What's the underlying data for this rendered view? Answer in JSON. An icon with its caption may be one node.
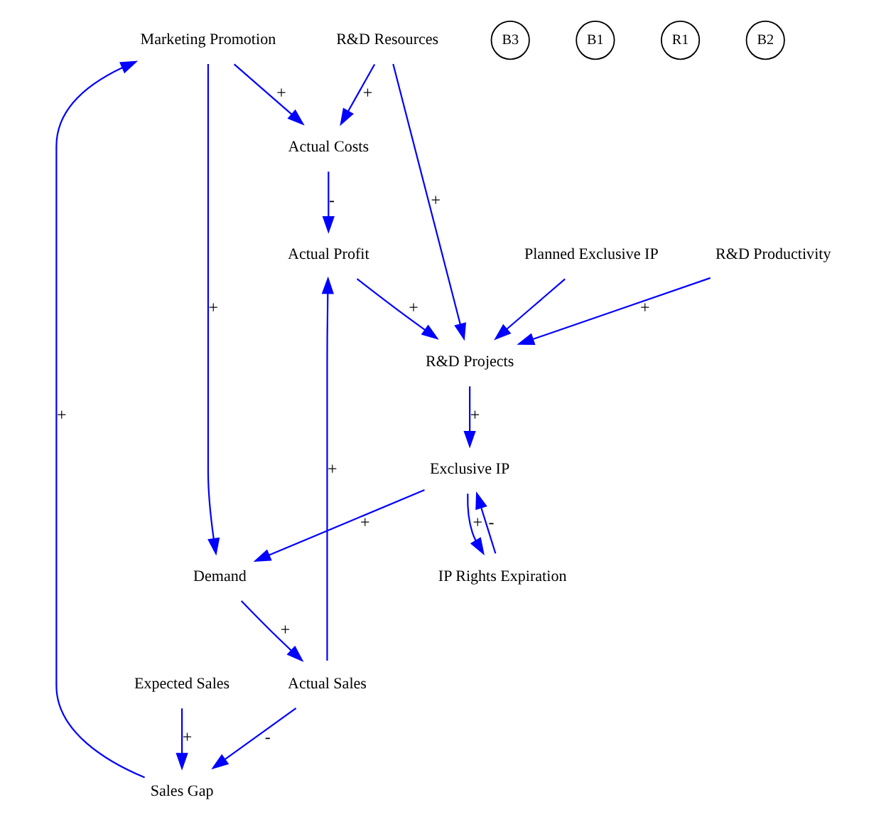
{
  "diagram": {
    "nodes": [
      {
        "text": [
          "Marketing Promotion"
        ]
      },
      {
        "text": [
          "Sales Gap"
        ]
      },
      {
        "text": [
          "Expected Sales"
        ]
      },
      {
        "text": [
          "Actual Costs"
        ]
      },
      {
        "text": [
          "Actual Sales"
        ]
      },
      {
        "text": [
          "Actual Profit"
        ]
      },
      {
        "text": [
          "Demand"
        ]
      },
      {
        "text": [
          "R&D Resources"
        ]
      },
      {
        "text": [
          "R&D Projects"
        ]
      },
      {
        "text": [
          "Planned Exclusive IP"
        ]
      },
      {
        "text": [
          "Exclusive IP"
        ]
      },
      {
        "text": [
          "R&D Productivity"
        ]
      },
      {
        "text": [
          "IP Rights Expiration"
        ]
      }
    ],
    "edges": [
      {
        "from": 0,
        "to": 3,
        "arrow": "to",
        "label": "+"
      },
      {
        "from": 1,
        "to": 0,
        "arrow": "to",
        "label": "+"
      },
      {
        "from": 2,
        "to": 1,
        "arrow": "to",
        "label": "+"
      },
      {
        "from": 4,
        "to": 1,
        "arrow": "to",
        "label": "-"
      },
      {
        "from": 3,
        "to": 5,
        "arrow": "to",
        "label": "-"
      },
      {
        "from": 4,
        "to": 5,
        "arrow": "to",
        "label": "+"
      },
      {
        "from": 7,
        "to": 3,
        "arrow": "to",
        "label": "+"
      },
      {
        "from": 0,
        "to": 6,
        "arrow": "to",
        "label": "+"
      },
      {
        "from": 6,
        "to": 4,
        "arrow": "to",
        "label": "+"
      },
      {
        "from": 5,
        "to": 8,
        "arrow": "to",
        "label": "+"
      },
      {
        "from": 7,
        "to": 8,
        "arrow": "to",
        "label": "+"
      },
      {
        "from": 9,
        "to": 8,
        "arrow": "to"
      },
      {
        "from": 11,
        "to": 8,
        "arrow": "to",
        "label": "+"
      },
      {
        "from": 8,
        "to": 10,
        "arrow": "to",
        "label": "+"
      },
      {
        "from": 10,
        "to": 6,
        "arrow": "to",
        "label": "+"
      },
      {
        "from": 10,
        "to": 12,
        "arrow": "to",
        "label": "+"
      },
      {
        "from": 12,
        "to": 10,
        "arrow": "to",
        "label": "-"
      }
    ],
    "labels": [
      "B3",
      "B1",
      "R1",
      "B2"
    ]
  }
}
